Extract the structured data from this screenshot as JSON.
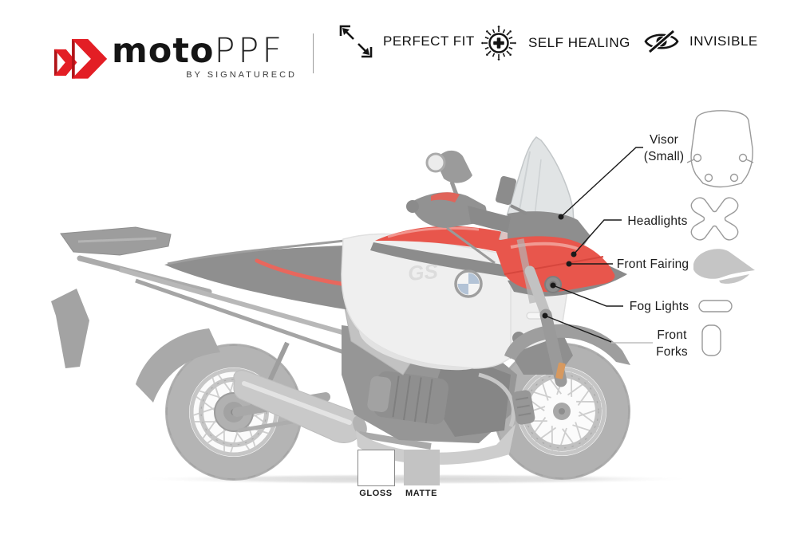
{
  "header": {
    "brand": {
      "moto": "moto",
      "ppf": "PPF",
      "tagline": "BY SIGNATURECD"
    },
    "features": [
      {
        "icon": "expand-arrows-icon",
        "label": "PERFECT FIT"
      },
      {
        "icon": "self-healing-icon",
        "label": "SELF HEALING"
      },
      {
        "icon": "eye-off-icon",
        "label": "INVISIBLE"
      }
    ]
  },
  "diagram": {
    "callouts": [
      {
        "id": "visor",
        "label": "Visor\n(Small)"
      },
      {
        "id": "headlights",
        "label": "Headlights"
      },
      {
        "id": "front-fairing",
        "label": "Front Fairing"
      },
      {
        "id": "fog-lights",
        "label": "Fog Lights"
      },
      {
        "id": "front-forks",
        "label": "Front\nForks"
      }
    ],
    "bike": {
      "tank_badge": "GS"
    }
  },
  "finishes": [
    {
      "label": "GLOSS",
      "swatch": "#ffffff"
    },
    {
      "label": "MATTE",
      "swatch": "#c3c3c3"
    }
  ],
  "colors": {
    "logo_red": "#e31e25",
    "accent_red": "#e8564c",
    "label_text": "#1c1c1c",
    "washed_gray": "#9a9a9a"
  }
}
